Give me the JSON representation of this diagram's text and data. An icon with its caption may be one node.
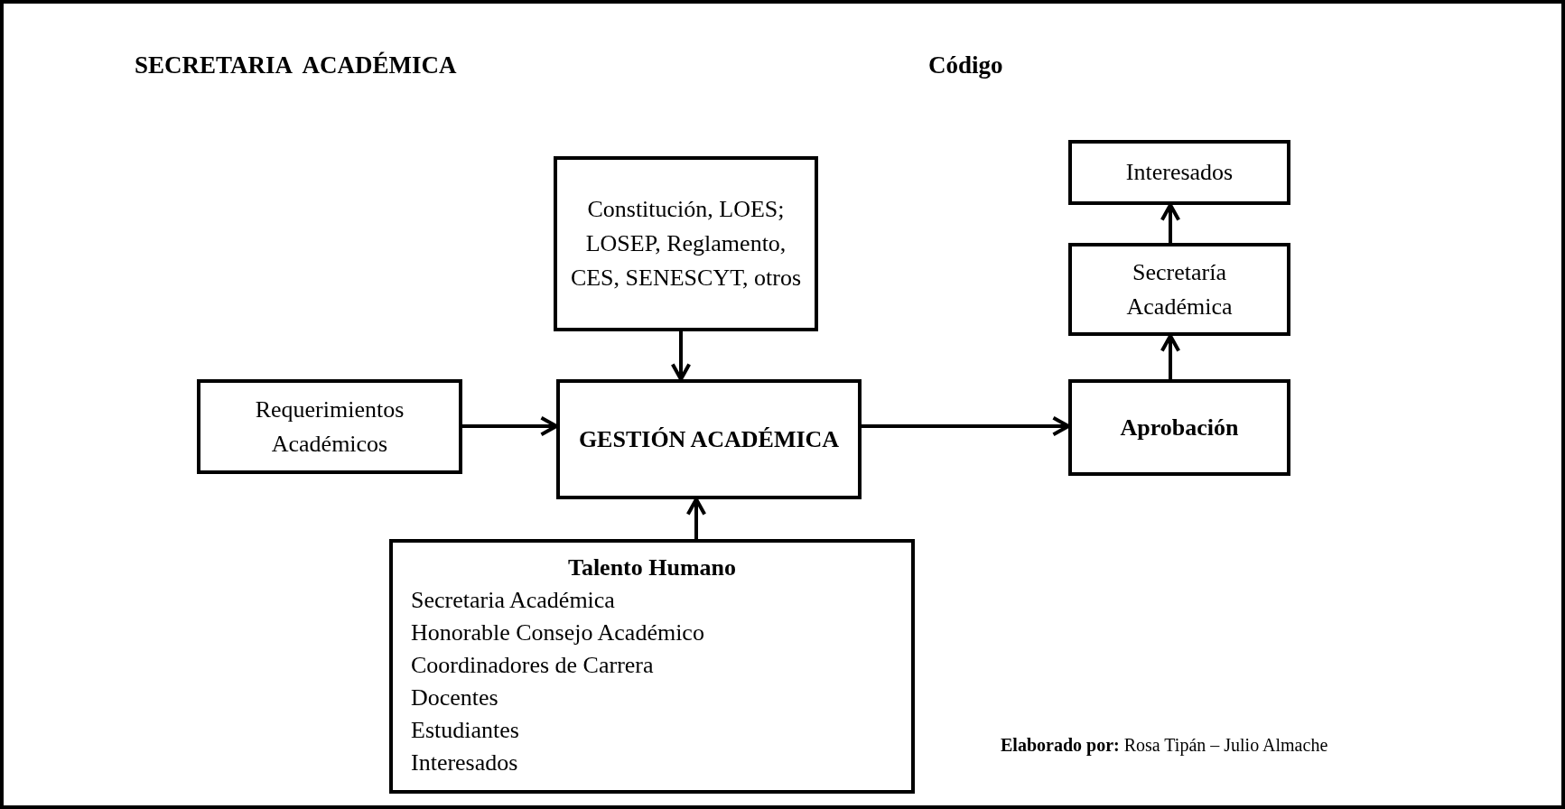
{
  "diagram": {
    "title": "SECRETARIA  ACADÉMICA",
    "nodes": [
      {
        "text": [
          "Constitución, LOES; LOSEP, Reglamento, CES, SENESCYT, otros"
        ]
      },
      {
        "text": [
          "Interesados"
        ]
      },
      {
        "text": [
          "Secretaría Académica"
        ]
      },
      {
        "text": [
          "Requerimientos Académicos"
        ]
      },
      {
        "text": [
          "GESTIÓN ACADÉMICA"
        ]
      },
      {
        "text": [
          "Aprobación"
        ]
      },
      {
        "text": [
          "Talento Humano",
          "Secretaria Académica",
          "Honorable Consejo Académico",
          "Coordinadores de Carrera",
          "Docentes",
          "Estudiantes",
          "Interesados"
        ]
      }
    ],
    "edges": [
      {
        "from": 0,
        "to": 4,
        "arrow": "to"
      },
      {
        "from": 3,
        "to": 4,
        "arrow": "to"
      },
      {
        "from": 4,
        "to": 5,
        "arrow": "to"
      },
      {
        "from": 6,
        "to": 4,
        "arrow": "to"
      },
      {
        "from": 5,
        "to": 2,
        "arrow": "to"
      },
      {
        "from": 2,
        "to": 1,
        "arrow": "to"
      }
    ],
    "labels": [
      "Código",
      "**Elaborado por:** Rosa Tipán – Julio Almache"
    ]
  }
}
